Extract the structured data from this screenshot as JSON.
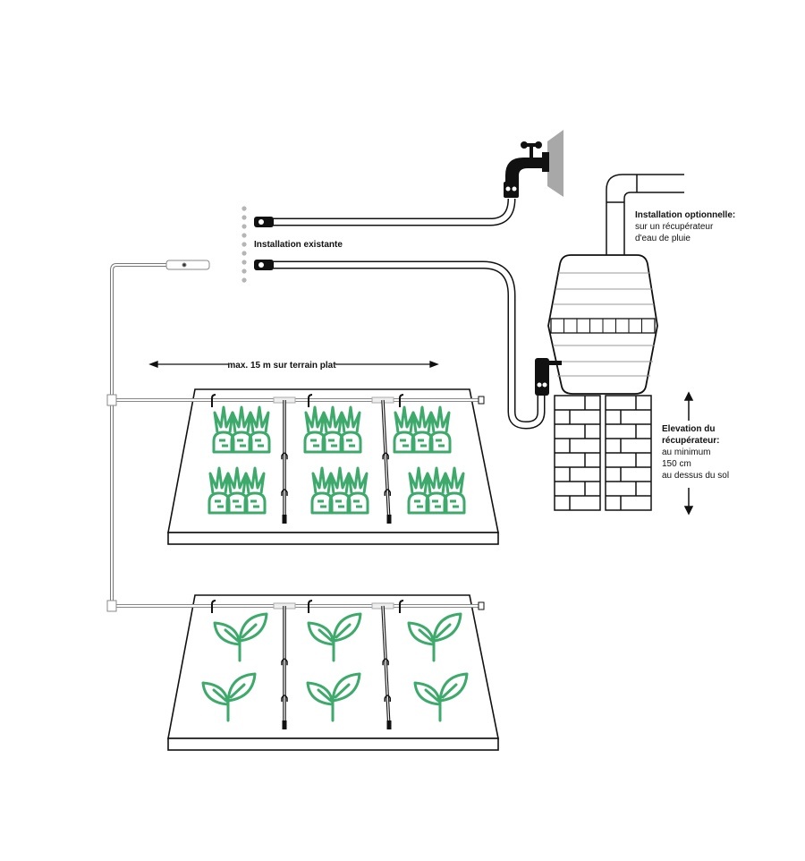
{
  "labels": {
    "existing_installation": "Installation existante",
    "max_length": "max. 15 m sur terrain plat",
    "optional_title": "Installation optionnelle:",
    "optional_line1": "sur un récupérateur",
    "optional_line2": "d'eau de pluie",
    "elevation_title1": "Elevation du",
    "elevation_title2": "récupérateur:",
    "elevation_line1": "au minimum",
    "elevation_line2": "150 cm",
    "elevation_line3": "au dessus du sol"
  },
  "colors": {
    "plant": "#3daa6c",
    "line": "#111111",
    "wall": "#a8a8a8",
    "dots": "#b5b5b5"
  },
  "beds": [
    {
      "name": "carrot-bed",
      "icon": "carrot-icon",
      "groups": 6
    },
    {
      "name": "sprout-bed",
      "icon": "sprout-icon",
      "groups": 6
    }
  ]
}
